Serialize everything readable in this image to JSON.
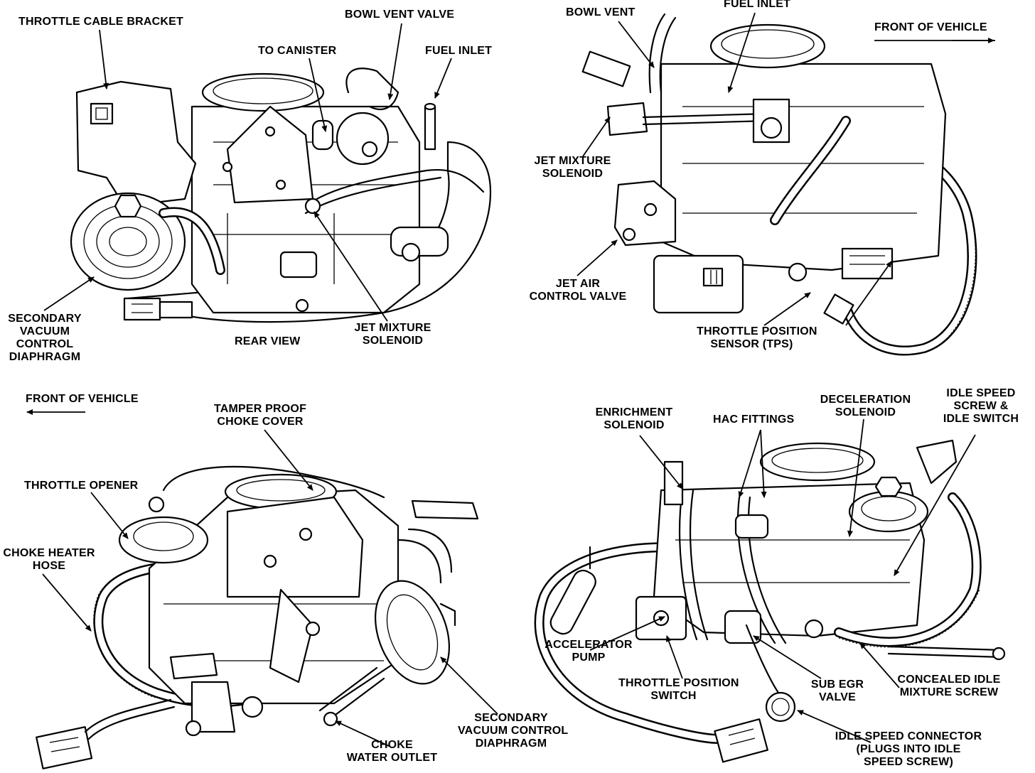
{
  "labels": {
    "throttle_cable_bracket": "THROTTLE CABLE BRACKET",
    "bowl_vent_valve": "BOWL VENT VALVE",
    "to_canister": "TO CANISTER",
    "fuel_inlet_rear": "FUEL INLET",
    "secondary_vacuum_rear": [
      "SECONDARY",
      "VACUUM",
      "CONTROL",
      "DIAPHRAGM"
    ],
    "rear_view": "REAR VIEW",
    "jet_mixture_solenoid_rear": [
      "JET MIXTURE",
      "SOLENOID"
    ],
    "bowl_vent": "BOWL VENT",
    "fuel_inlet_top": "FUEL INLET",
    "front_of_vehicle_right": "FRONT OF VEHICLE",
    "jet_mixture_solenoid_top": [
      "JET MIXTURE",
      "SOLENOID"
    ],
    "jet_air_control_valve": [
      "JET AIR",
      "CONTROL VALVE"
    ],
    "throttle_position_sensor": [
      "THROTTLE POSITION",
      "SENSOR (TPS)"
    ],
    "front_of_vehicle_left": "FRONT OF VEHICLE",
    "tamper_proof_choke_cover": [
      "TAMPER PROOF",
      "CHOKE COVER"
    ],
    "throttle_opener": "THROTTLE OPENER",
    "choke_heater_hose": [
      "CHOKE HEATER",
      "HOSE"
    ],
    "choke_water_outlet": [
      "CHOKE",
      "WATER OUTLET"
    ],
    "secondary_vacuum_front": [
      "SECONDARY",
      "VACUUM CONTROL",
      "DIAPHRAGM"
    ],
    "enrichment_solenoid": [
      "ENRICHMENT",
      "SOLENOID"
    ],
    "hac_fittings": "HAC FITTINGS",
    "deceleration_solenoid": [
      "DECELERATION",
      "SOLENOID"
    ],
    "idle_speed_screw_switch": [
      "IDLE SPEED",
      "SCREW &",
      "IDLE SWITCH"
    ],
    "accelerator_pump": [
      "ACCELERATOR",
      "PUMP"
    ],
    "throttle_position_switch": [
      "THROTTLE POSITION",
      "SWITCH"
    ],
    "sub_egr_valve": [
      "SUB EGR",
      "VALVE"
    ],
    "concealed_idle_mixture_screw": [
      "CONCEALED IDLE",
      "MIXTURE SCREW"
    ],
    "idle_speed_connector": [
      "IDLE SPEED CONNECTOR",
      "(PLUGS INTO IDLE",
      "SPEED SCREW)"
    ]
  }
}
